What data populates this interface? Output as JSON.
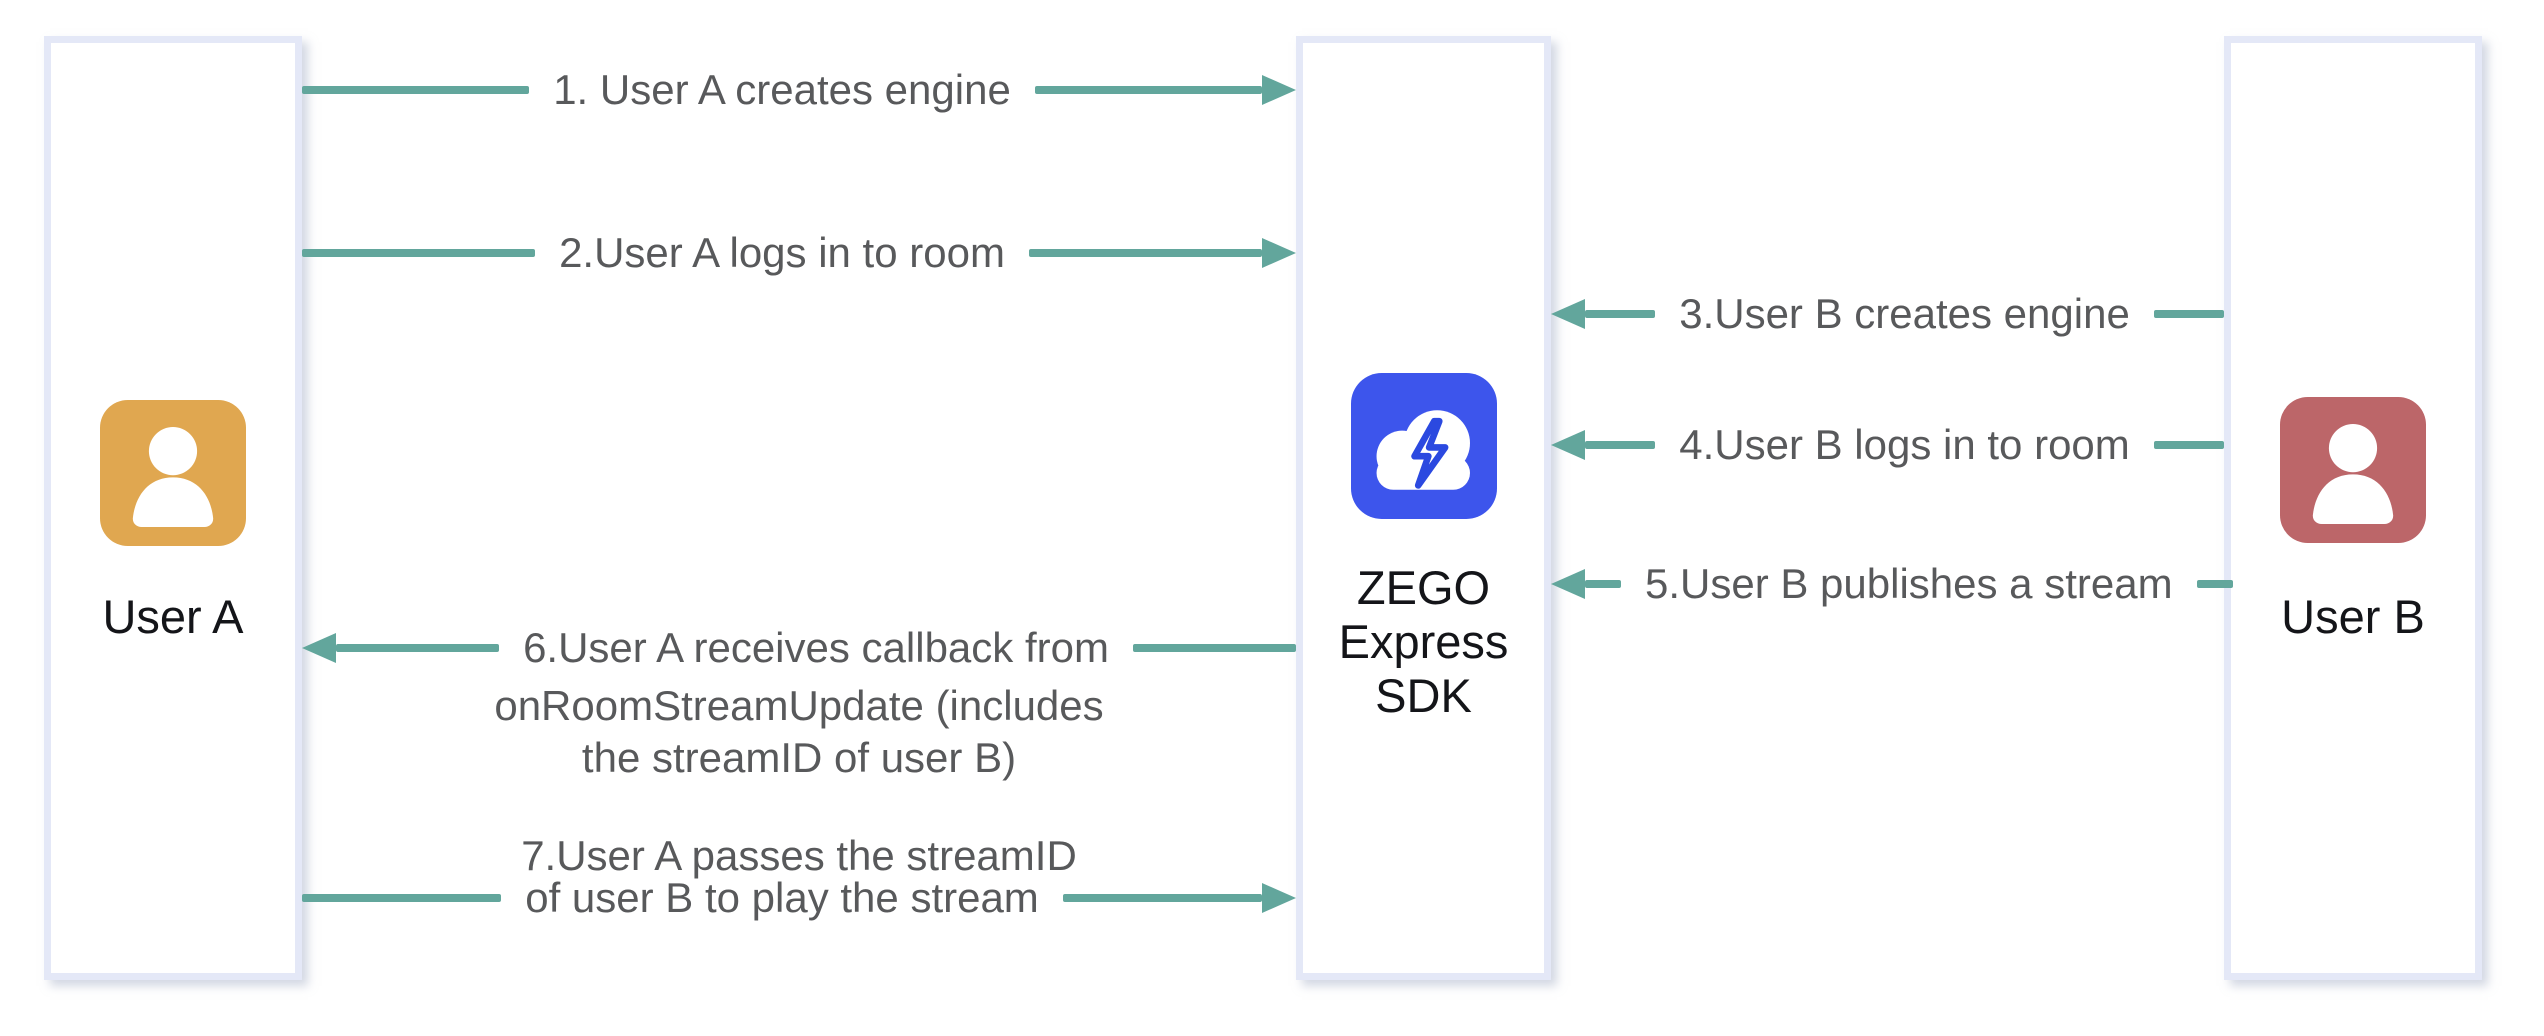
{
  "diagram": {
    "columns": {
      "user_a": {
        "label": "User A",
        "icon": "person-icon"
      },
      "sdk": {
        "label_lines": "ZEGO\nExpress\nSDK",
        "icon": "cloud-lightning-icon"
      },
      "user_b": {
        "label": "User B",
        "icon": "person-icon"
      }
    },
    "arrows": [
      {
        "id": "1",
        "direction": "right",
        "from": "User A",
        "to": "ZEGO Express SDK",
        "label": "1. User A creates engine"
      },
      {
        "id": "2",
        "direction": "right",
        "from": "User A",
        "to": "ZEGO Express SDK",
        "label": "2.User A logs in to room"
      },
      {
        "id": "3",
        "direction": "left",
        "from": "User B",
        "to": "ZEGO Express SDK",
        "label": "3.User B creates engine"
      },
      {
        "id": "4",
        "direction": "left",
        "from": "User B",
        "to": "ZEGO Express SDK",
        "label": "4.User B logs in to room"
      },
      {
        "id": "5",
        "direction": "left",
        "from": "User B",
        "to": "ZEGO Express SDK",
        "label": "5.User B publishes a stream"
      },
      {
        "id": "6",
        "direction": "left",
        "from": "ZEGO Express SDK",
        "to": "User A",
        "label": "6.User A receives callback from",
        "label_extra": "onRoomStreamUpdate (includes\nthe streamID of user B)"
      },
      {
        "id": "7",
        "direction": "right",
        "from": "User A",
        "to": "ZEGO Express SDK",
        "label_above": "7.User A passes the streamID",
        "label": "of user B to play the stream"
      }
    ],
    "colors": {
      "arrow": "#62A69C",
      "arrow_text": "#58595B",
      "name_text": "#141519",
      "column_border": "#E4E8F7",
      "user_a_icon": "#E0A750",
      "user_b_icon": "#BC6669",
      "sdk_icon_bg": "#3D55EC",
      "sdk_icon_bolt": "#2B49E0"
    }
  }
}
